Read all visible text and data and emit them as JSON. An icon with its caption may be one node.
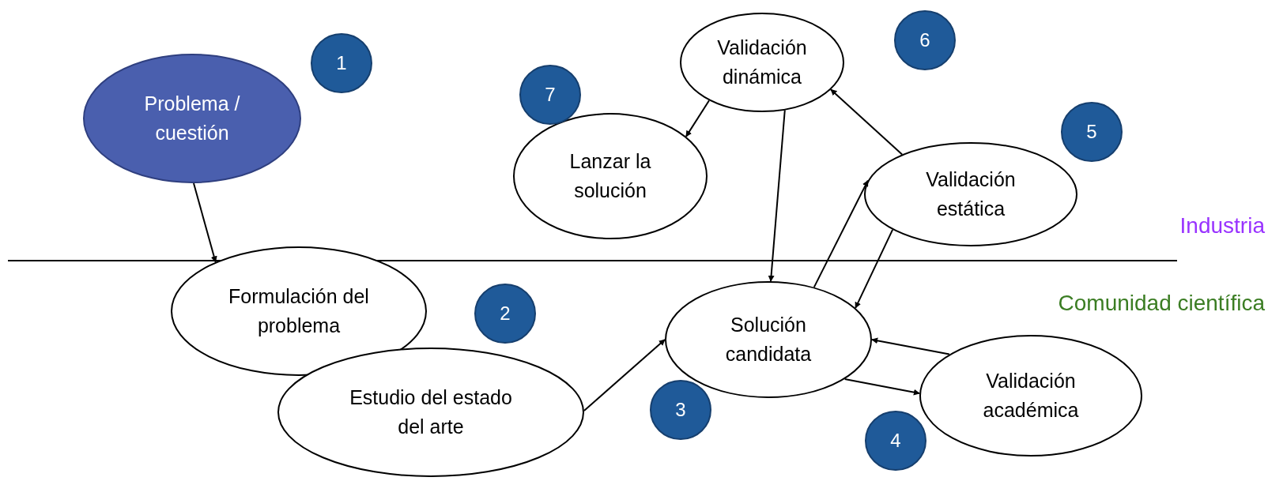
{
  "diagram": {
    "nodes": [
      {
        "text": [
          "Problema / cuestión"
        ]
      },
      {
        "text": [
          "Validación dinámica"
        ]
      },
      {
        "text": [
          "Lanzar la solución"
        ]
      },
      {
        "text": [
          "Validación estática"
        ]
      },
      {
        "text": [
          "Formulación del problema"
        ]
      },
      {
        "text": [
          "Estudio del estado del arte"
        ]
      },
      {
        "text": [
          "Solución candidata"
        ]
      },
      {
        "text": [
          "Validación académica"
        ]
      },
      {
        "text": [
          "1"
        ]
      },
      {
        "text": [
          "6"
        ]
      },
      {
        "text": [
          "7"
        ]
      },
      {
        "text": [
          "5"
        ]
      },
      {
        "text": [
          "2"
        ]
      },
      {
        "text": [
          "3"
        ]
      },
      {
        "text": [
          "4"
        ]
      }
    ],
    "edges": [
      {
        "from": 0,
        "to": 4,
        "arrow": "to"
      },
      {
        "from": 1,
        "to": 2,
        "arrow": "to"
      },
      {
        "from": 1,
        "to": 6,
        "arrow": "to"
      },
      {
        "from": 3,
        "to": 1,
        "arrow": "to"
      },
      {
        "from": 6,
        "to": 3,
        "arrow": "to"
      },
      {
        "from": 3,
        "to": 6,
        "arrow": "to"
      },
      {
        "from": 5,
        "to": 6,
        "arrow": "to"
      },
      {
        "from": 6,
        "to": 7,
        "arrow": "to"
      },
      {
        "from": 7,
        "to": 6,
        "arrow": "to"
      }
    ],
    "labels": [
      "Industria",
      "Comunidad científica"
    ]
  }
}
